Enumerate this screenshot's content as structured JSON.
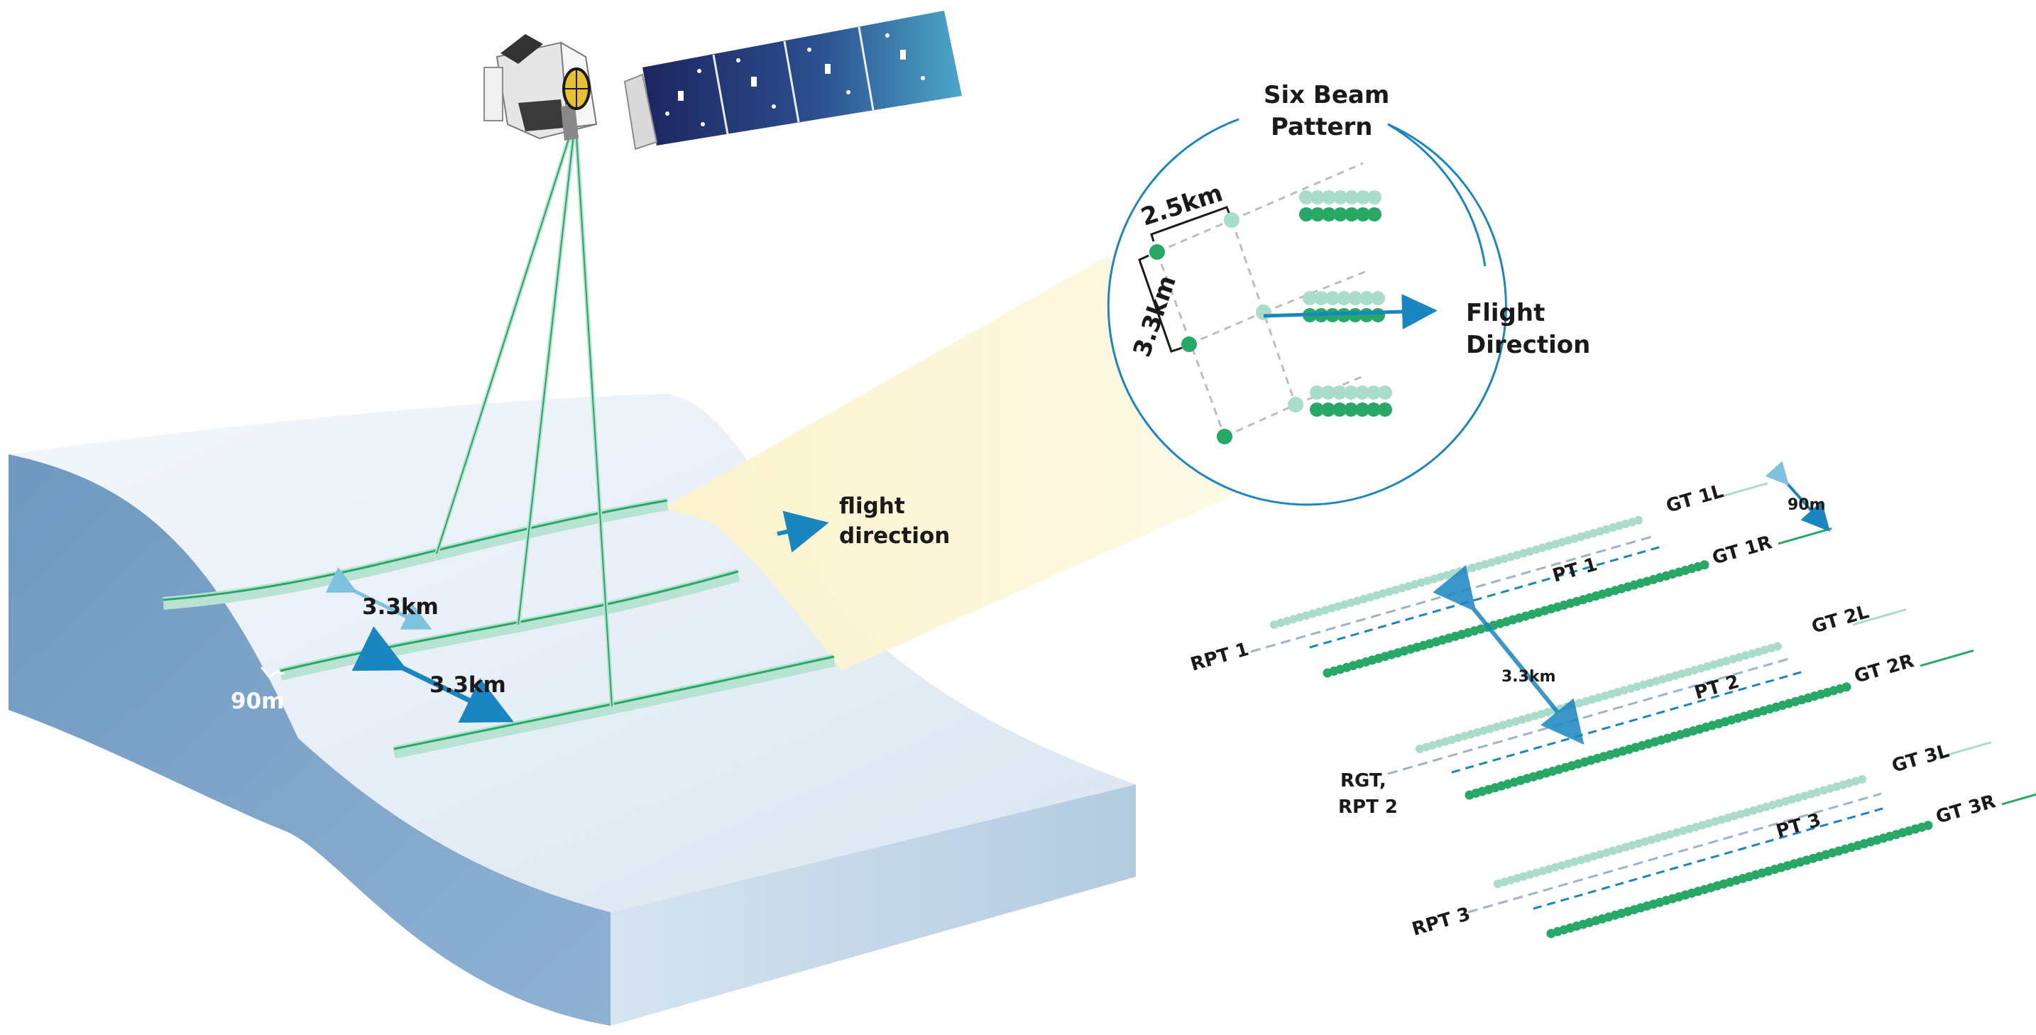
{
  "inset": {
    "title_line1": "Six Beam",
    "title_line2": "Pattern",
    "spacing_cross": "2.5km",
    "spacing_along": "3.3km",
    "flight_line1": "Flight",
    "flight_line2": "Direction"
  },
  "ground": {
    "flight_line1": "flight",
    "flight_line2": "direction",
    "spacing_1": "3.3km",
    "spacing_2": "3.3km",
    "beam_width": "90m"
  },
  "tracks": {
    "gt1l": "GT 1L",
    "gt1r": "GT 1R",
    "gt2l": "GT 2L",
    "gt2r": "GT 2R",
    "gt3l": "GT 3L",
    "gt3r": "GT 3R",
    "pt1": "PT 1",
    "pt2": "PT 2",
    "pt3": "PT 3",
    "rpt1": "RPT 1",
    "rgt_line1": "RGT,",
    "rgt_line2": "RPT 2",
    "rpt3": "RPT 3",
    "pair_spacing": "3.3km",
    "beam_spacing": "90m"
  },
  "colors": {
    "strong_beam": "#27a866",
    "weak_beam": "#a9dccb",
    "arrow": "#1a86c0",
    "ice_top": "#e8eef6",
    "ice_side": "#7fa7cc",
    "ice_front": "#c3d7e8",
    "panel_dark": "#1d2560",
    "panel_light": "#4ba7c8"
  }
}
